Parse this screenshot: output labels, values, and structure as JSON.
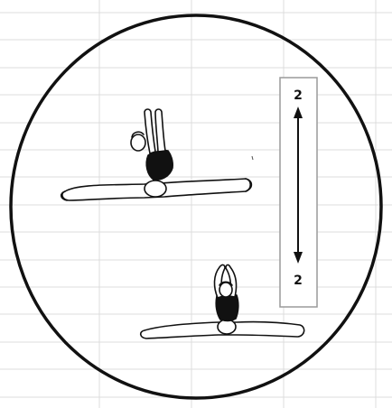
{
  "colors": {
    "background": "#ffffff",
    "grid_line": "#dcdcdc",
    "ink": "#111111",
    "box_border": "#9a9a9a"
  },
  "arrow_box": {
    "top_label": "2",
    "bottom_label": "2",
    "icon": "double-headed-vertical-arrow-icon"
  },
  "figures": [
    {
      "name": "split-leap-twisting-figure",
      "icon": "gymnast-split-with-twist-icon"
    },
    {
      "name": "split-leap-arms-up-figure",
      "icon": "gymnast-split-arms-overhead-icon"
    }
  ]
}
